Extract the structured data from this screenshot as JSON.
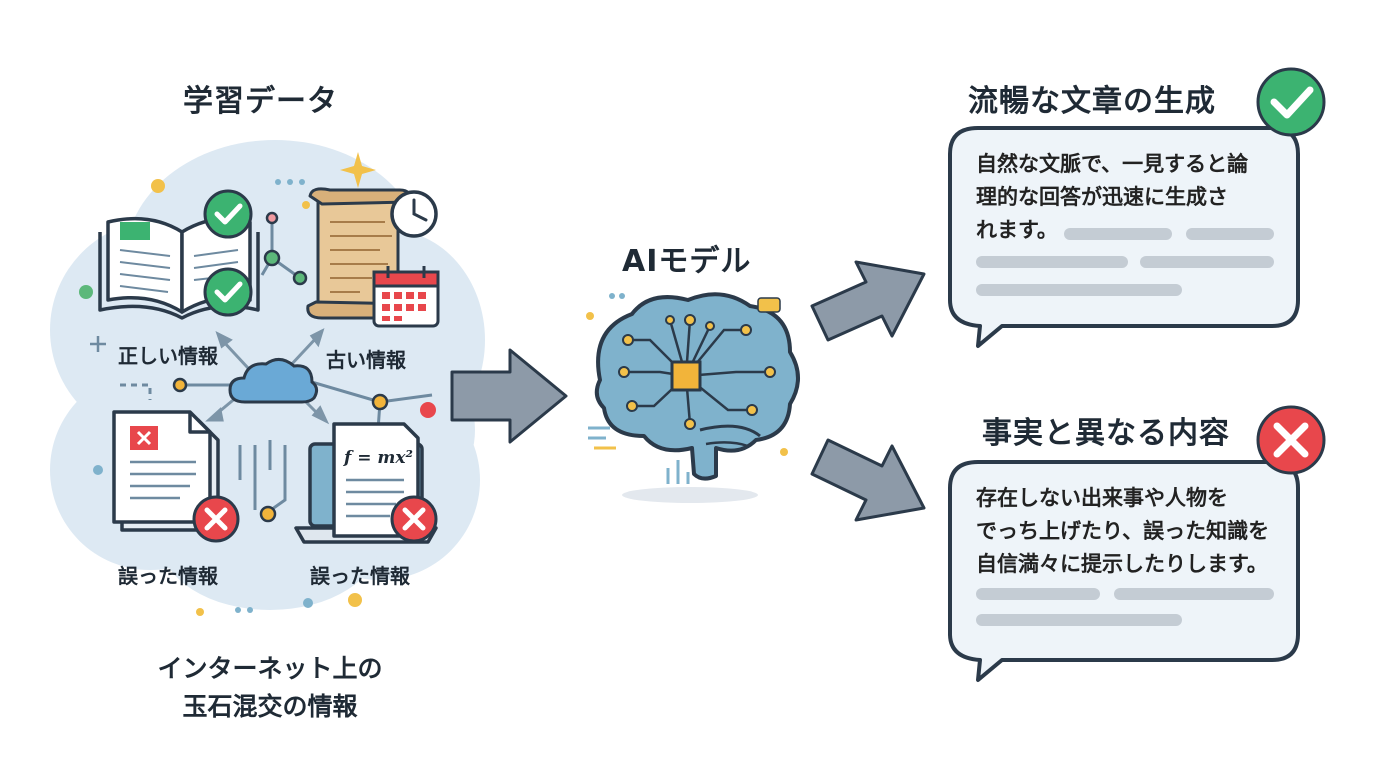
{
  "left": {
    "title": "学習データ",
    "labels": {
      "correct": "正しい情報",
      "old": "古い情報",
      "wrong_left": "誤った情報",
      "wrong_right": "誤った情報"
    },
    "formula": "f = mx²",
    "caption_line1": "インターネット上の",
    "caption_line2": "玉石混交の情報"
  },
  "middle": {
    "title": "AIモデル"
  },
  "right": {
    "top": {
      "title": "流暢な文章の生成",
      "line1": "自然な文脈で、一見すると論",
      "line2": "理的な回答が迅速に生成さ",
      "line3": "れます。"
    },
    "bottom": {
      "title": "事実と異なる内容",
      "line1": "存在しない出来事や人物を",
      "line2": "でっち上げたり、誤った知識を",
      "line3": "自信満々に提示したりします。"
    }
  },
  "colors": {
    "check_green": "#3cb371",
    "cross_red": "#e8474c",
    "arrow_gray": "#8d9aa8",
    "cloud_blue": "#dbe9f4",
    "brain_blue": "#7fb2cc",
    "outline": "#2b3a4a"
  },
  "icons": [
    "book-icon",
    "scroll-icon",
    "clock-icon",
    "calendar-icon",
    "cloud-icon",
    "document-icon",
    "laptop-icon",
    "brain-icon",
    "chip-icon",
    "check-icon",
    "cross-icon",
    "arrow-icon"
  ]
}
